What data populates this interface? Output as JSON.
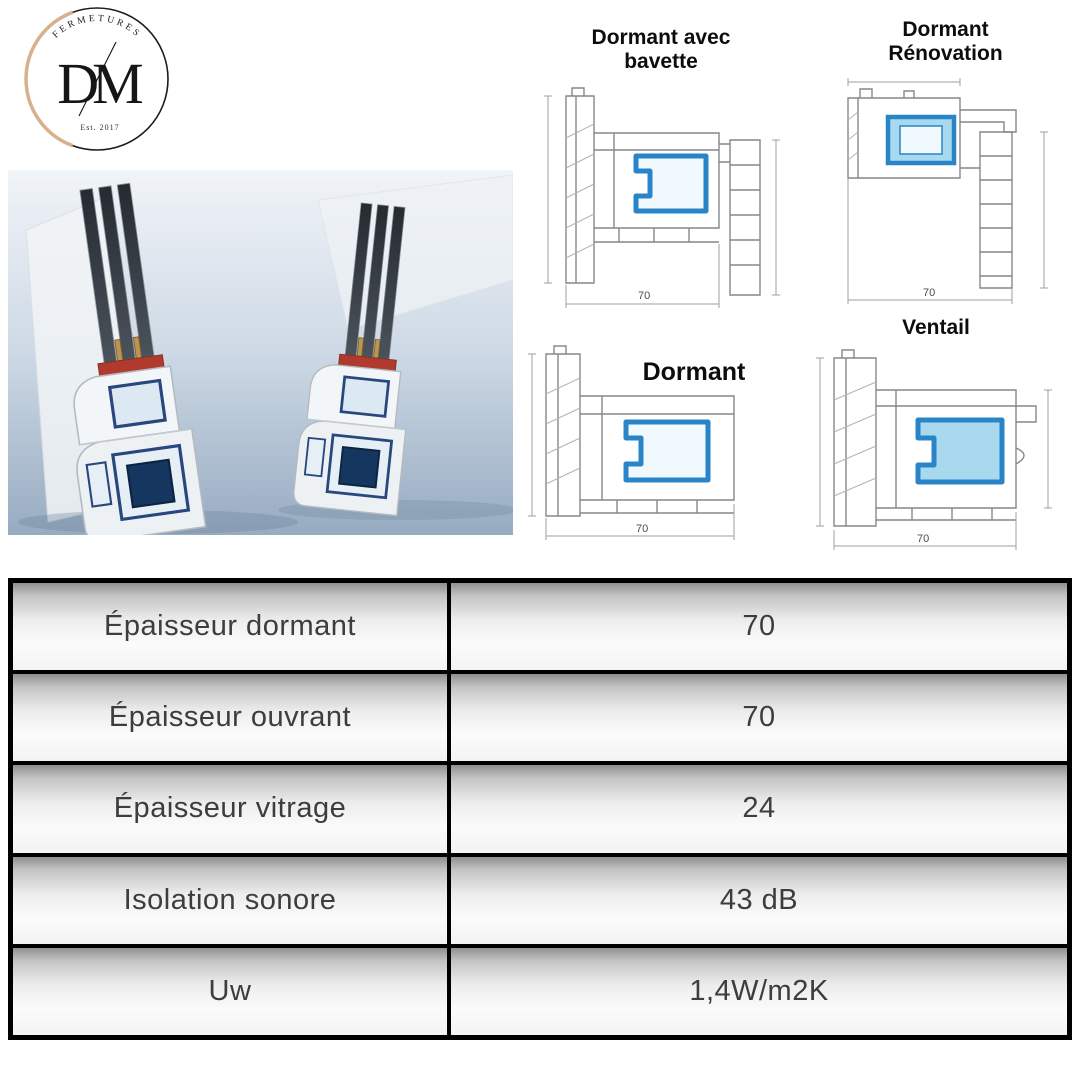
{
  "logo": {
    "arc_text": "FERMETURES",
    "initials": "DM",
    "established": "Est. 2017"
  },
  "diagrams": {
    "top_left": {
      "label": "Dormant avec bavette",
      "dimension": "70"
    },
    "top_right": {
      "label": "Dormant Rénovation",
      "dimension": "70"
    },
    "bottom_left": {
      "label": "Dormant",
      "dimension": "70"
    },
    "bottom_right": {
      "label": "Ventail",
      "dimension": "70"
    }
  },
  "table": {
    "rows": [
      {
        "label": "Épaisseur dormant",
        "value": "70"
      },
      {
        "label": "Épaisseur ouvrant",
        "value": "70"
      },
      {
        "label": "Épaisseur vitrage",
        "value": "24"
      },
      {
        "label": "Isolation sonore",
        "value": "43 dB"
      },
      {
        "label": "Uw",
        "value": "1,4W/m2K"
      }
    ]
  },
  "colors": {
    "diagram_blue": "#2a85c8",
    "chamber_fill": "#a9d9ef",
    "logo_accent": "#d8b08c",
    "table_text": "#3d3d3d"
  }
}
